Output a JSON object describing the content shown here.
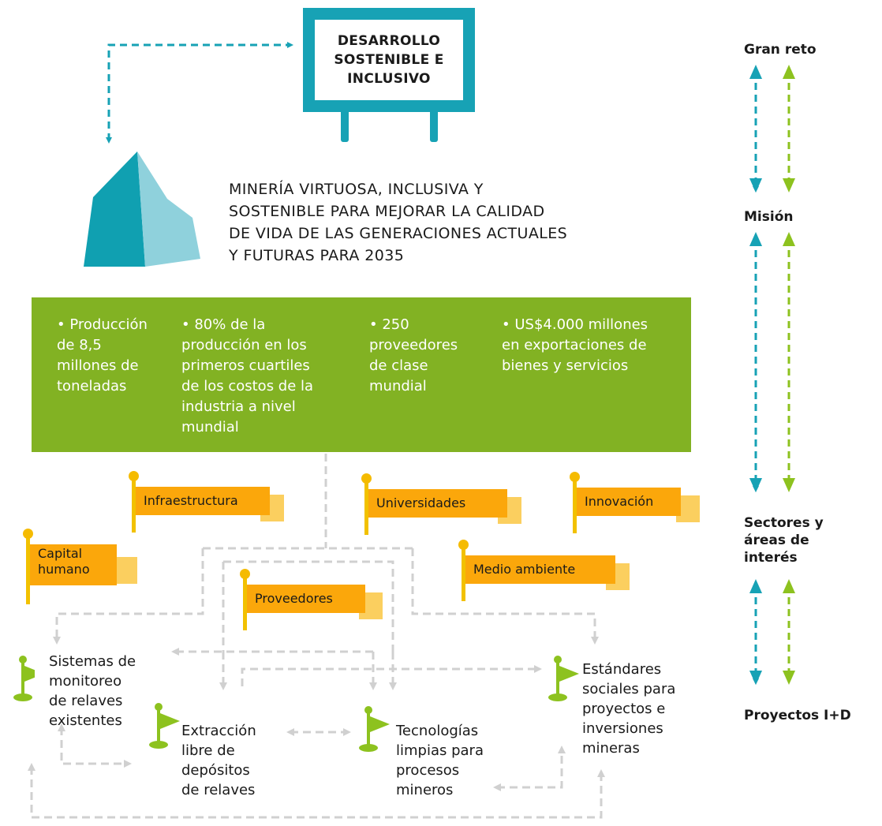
{
  "board": {
    "title_lines": [
      "DESARROLLO",
      "SOSTENIBLE E",
      "INCLUSIVO"
    ]
  },
  "mission": {
    "lines": [
      "MINERÍA VIRTUOSA, INCLUSIVA Y",
      "SOSTENIBLE PARA MEJORAR LA CALIDAD",
      "DE VIDA DE LAS GENERACIONES ACTUALES",
      "Y FUTURAS PARA 2035"
    ]
  },
  "goals": [
    {
      "lines": [
        "• Producción",
        "de 8,5",
        "millones de",
        "toneladas"
      ]
    },
    {
      "lines": [
        "• 80% de la",
        "producción en los",
        "primeros cuartiles",
        "de los costos de la",
        "industria a nivel",
        "mundial"
      ]
    },
    {
      "lines": [
        "• 250",
        "proveedores",
        "de clase",
        "mundial"
      ]
    },
    {
      "lines": [
        "• US$4.000 millones",
        "en exportaciones de",
        "bienes y servicios"
      ]
    }
  ],
  "sectors": {
    "infraestructura": "Infraestructura",
    "universidades": "Universidades",
    "innovacion": "Innovación",
    "capital_humano": [
      "Capital",
      "humano"
    ],
    "medio_ambiente": "Medio ambiente",
    "proveedores": "Proveedores"
  },
  "projects": [
    {
      "lines": [
        "Sistemas de",
        "monitoreo",
        "de relaves",
        "existentes"
      ]
    },
    {
      "lines": [
        "Extracción",
        "libre de",
        "depósitos",
        "de relaves"
      ]
    },
    {
      "lines": [
        "Tecnologías",
        "limpias para",
        "procesos",
        "mineros"
      ]
    },
    {
      "lines": [
        "Estándares",
        "sociales para",
        "proyectos e",
        "inversiones",
        "mineras"
      ]
    }
  ],
  "levels": {
    "gran_reto": "Gran reto",
    "mision": "Misión",
    "sectores": [
      "Sectores y",
      "áreas de",
      "interés"
    ],
    "proyectos": "Proyectos I+D"
  },
  "colors": {
    "teal": "#17a2b5",
    "green": "#82b223",
    "orange": "#fba70b",
    "flag_green": "#8dc21f",
    "connector": "#cccccc"
  }
}
